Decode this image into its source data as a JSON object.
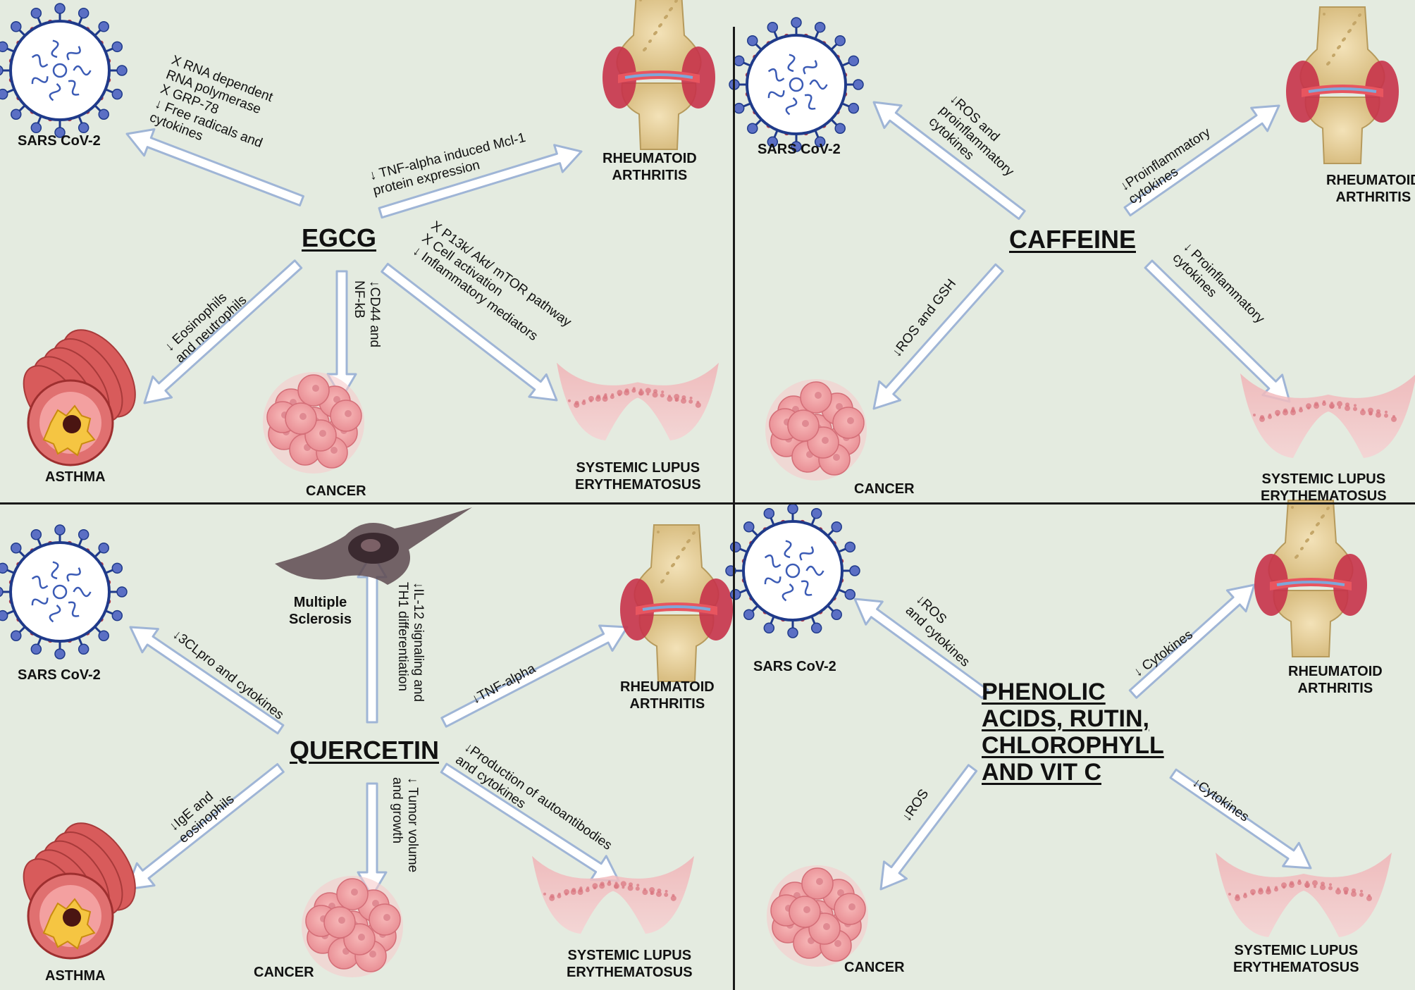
{
  "colors": {
    "background": "#e4ebe0",
    "arrow_fill": "#ffffff",
    "arrow_stroke": "#9fb5d6",
    "virus_ring": "#1f3a8a",
    "spike_red": "#b23a48",
    "cell_pink": "#f2a6a6",
    "lupus_pink": "#f5c3c3",
    "airway_red": "#c94444",
    "bone_tan": "#e8d3a2"
  },
  "panels": {
    "egcg": {
      "title": "EGCG",
      "targets": {
        "sars": "SARS CoV-2",
        "ra": [
          "RHEUMATOID",
          "ARTHRITIS"
        ],
        "asthma": "ASTHMA",
        "cancer": "CANCER",
        "sle": [
          "SYSTEMIC LUPUS",
          "ERYTHEMATOSUS"
        ]
      },
      "annotations": {
        "sars": [
          "X RNA dependent",
          "RNA polymerase",
          "X GRP-78",
          "↓ Free radicals and",
          "cytokines"
        ],
        "ra": [
          "↓ TNF-alpha induced Mcl-1",
          "protein expression"
        ],
        "asthma": [
          "↓ Eosinophils",
          "and neutrophils"
        ],
        "cancer": [
          "↓CD44 and",
          "NF-kB"
        ],
        "sle": [
          "X P13k/ Akt/ mTOR pathway",
          "X Cell activation",
          "↓ Inflammatory mediators"
        ]
      }
    },
    "caffeine": {
      "title": "CAFFEINE",
      "targets": {
        "sars": "SARS CoV-2",
        "ra": [
          "RHEUMATOID",
          "ARTHRITIS"
        ],
        "cancer": "CANCER",
        "sle": [
          "SYSTEMIC LUPUS",
          "ERYTHEMATOSUS"
        ]
      },
      "annotations": {
        "sars": [
          "↓ROS and",
          "proinflammatory",
          "cytokines"
        ],
        "ra": [
          "↓Proinflammatory",
          "cytokines"
        ],
        "cancer": [
          "↓ROS and GSH"
        ],
        "sle": [
          "↓ Proinflammatory",
          "cytokines"
        ]
      }
    },
    "quercetin": {
      "title": "QUERCETIN",
      "targets": {
        "sars": "SARS CoV-2",
        "ms": [
          "Multiple",
          "Sclerosis"
        ],
        "ra": [
          "RHEUMATOID",
          "ARTHRITIS"
        ],
        "asthma": "ASTHMA",
        "cancer": "CANCER",
        "sle": [
          "SYSTEMIC LUPUS",
          "ERYTHEMATOSUS"
        ]
      },
      "annotations": {
        "sars": [
          "↓3CLpro and cytokines"
        ],
        "ms": [
          "↓IL-12 signaling and",
          "TH1 differentiation"
        ],
        "ra": [
          "↓TNF-alpha"
        ],
        "asthma": [
          "↓IgE and",
          "eosinophils"
        ],
        "cancer": [
          "↓ Tumor volume",
          "and growth"
        ],
        "sle": [
          "↓Production of autoantibodies",
          "and cytokines"
        ]
      }
    },
    "phenolic": {
      "title": [
        "PHENOLIC",
        "ACIDS, RUTIN,",
        "CHLOROPHYLL",
        "AND VIT C"
      ],
      "targets": {
        "sars": "SARS CoV-2",
        "ra": [
          "RHEUMATOID",
          "ARTHRITIS"
        ],
        "cancer": "CANCER",
        "sle": [
          "SYSTEMIC LUPUS",
          "ERYTHEMATOSUS"
        ]
      },
      "annotations": {
        "sars": [
          "↓ROS",
          "and cytokines"
        ],
        "ra": [
          "↓ Cytokines"
        ],
        "cancer": [
          "↓ROS"
        ],
        "sle": [
          "↓Cytokines"
        ]
      }
    }
  }
}
